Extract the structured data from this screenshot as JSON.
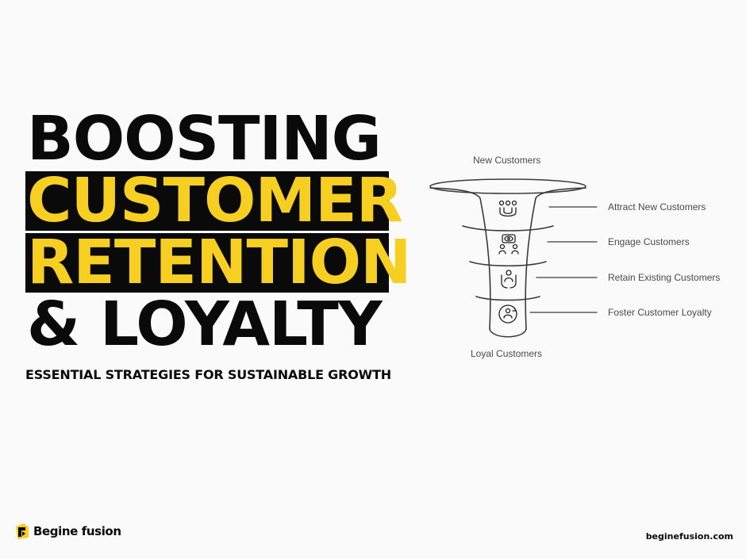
{
  "headline": {
    "line1": "BOOSTING",
    "line2": "CUSTOMER",
    "line3": "RETENTION",
    "line4": "& LOYALTY"
  },
  "subtitle": "ESSENTIAL STRATEGIES FOR SUSTAINABLE GROWTH",
  "funnel": {
    "top_label": "New Customers",
    "bottom_label": "Loyal Customers",
    "stages": [
      {
        "label": "Attract New Customers",
        "icon": "magnet-people-icon"
      },
      {
        "label": "Engage Customers",
        "icon": "eye-people-icon"
      },
      {
        "label": "Retain Existing Customers",
        "icon": "person-hands-icon"
      },
      {
        "label": "Foster Customer Loyalty",
        "icon": "person-cycle-icon"
      }
    ]
  },
  "footer": {
    "brand": "Begine fusion",
    "url": "beginefusion.com"
  },
  "colors": {
    "accent": "#f7cf22",
    "text": "#0a0a0a",
    "background": "#fafafa",
    "diagram_line": "#3a3a3a"
  }
}
